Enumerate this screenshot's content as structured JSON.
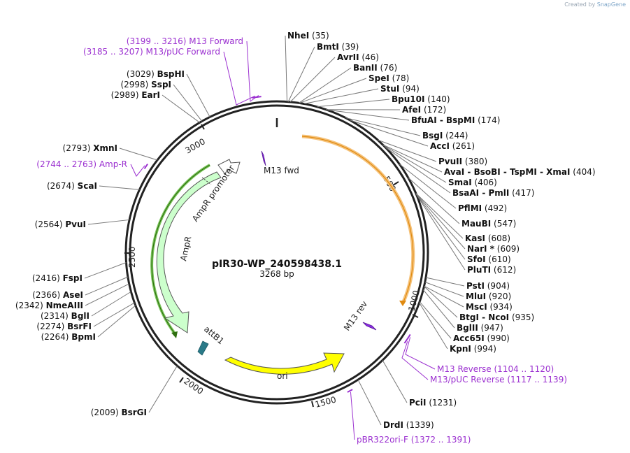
{
  "header": {
    "credit_prefix": "Created by",
    "credit_brand": "SnapGene"
  },
  "plasmid": {
    "name": "pIR30-WP_240598438.1",
    "size_label": "3268 bp",
    "length_bp": 3268
  },
  "colors": {
    "site": "#000000",
    "primer": "#9b30d0",
    "ori_fill": "#ffff00",
    "amp_fill": "#ccffcc",
    "amp_stroke": "#2f7a12",
    "orange_arc": "#f0a020",
    "attB1": "#2a7a88"
  },
  "ticks": [
    "500",
    "1000",
    "1500",
    "2000",
    "2500",
    "3000"
  ],
  "features": {
    "ori": "ori",
    "ampr": "AmpR",
    "ampr_promoter": "AmpR promoter",
    "attb1": "attB1",
    "m13_fwd": "M13 fwd",
    "m13_rev": "M13 rev"
  },
  "right_sites": [
    {
      "name": "NheI",
      "pos": "(35)"
    },
    {
      "name": "BmtI",
      "pos": "(39)"
    },
    {
      "name": "AvrII",
      "pos": "(46)"
    },
    {
      "name": "BanII",
      "pos": "(76)"
    },
    {
      "name": "SpeI",
      "pos": "(78)"
    },
    {
      "name": "StuI",
      "pos": "(94)"
    },
    {
      "name": "Bpu10I",
      "pos": "(140)"
    },
    {
      "name": "AfeI",
      "pos": "(172)"
    },
    {
      "name": "BfuAI - BspMI",
      "pos": "(174)"
    },
    {
      "name": "BsgI",
      "pos": "(244)"
    },
    {
      "name": "AccI",
      "pos": "(261)"
    },
    {
      "name": "PvuII",
      "pos": "(380)"
    },
    {
      "name": "AvaI - BsoBI - TspMI - XmaI",
      "pos": "(404)"
    },
    {
      "name": "SmaI",
      "pos": "(406)"
    },
    {
      "name": "BsaAI - PmlI",
      "pos": "(417)"
    },
    {
      "name": "PflMI",
      "pos": "(492)"
    },
    {
      "name": "MauBI",
      "pos": "(547)"
    },
    {
      "name": "KasI",
      "pos": "(608)"
    },
    {
      "name": "NarI *",
      "pos": "(609)"
    },
    {
      "name": "SfoI",
      "pos": "(610)"
    },
    {
      "name": "PluTI",
      "pos": "(612)"
    },
    {
      "name": "PstI",
      "pos": "(904)"
    },
    {
      "name": "MluI",
      "pos": "(920)"
    },
    {
      "name": "MscI",
      "pos": "(934)"
    },
    {
      "name": "BtgI - NcoI",
      "pos": "(935)"
    },
    {
      "name": "BglII",
      "pos": "(947)"
    },
    {
      "name": "Acc65I",
      "pos": "(990)"
    },
    {
      "name": "KpnI",
      "pos": "(994)"
    },
    {
      "name": "PciI",
      "pos": "(1231)"
    },
    {
      "name": "DrdI",
      "pos": "(1339)"
    }
  ],
  "left_sites": [
    {
      "name": "BspHI",
      "pos": "(3029)"
    },
    {
      "name": "SspI",
      "pos": "(2998)"
    },
    {
      "name": "EarI",
      "pos": "(2989)"
    },
    {
      "name": "XmnI",
      "pos": "(2793)"
    },
    {
      "name": "ScaI",
      "pos": "(2674)"
    },
    {
      "name": "PvuI",
      "pos": "(2564)"
    },
    {
      "name": "FspI",
      "pos": "(2416)"
    },
    {
      "name": "AseI",
      "pos": "(2366)"
    },
    {
      "name": "NmeAIII",
      "pos": "(2342)"
    },
    {
      "name": "BglI",
      "pos": "(2314)"
    },
    {
      "name": "BsrFI",
      "pos": "(2274)"
    },
    {
      "name": "BpmI",
      "pos": "(2264)"
    },
    {
      "name": "BsrGI",
      "pos": "(2009)"
    }
  ],
  "primers": [
    {
      "name": "M13 Forward",
      "range": "(3199 .. 3216)"
    },
    {
      "name": "M13/pUC Forward",
      "range": "(3185 .. 3207)"
    },
    {
      "name": "Amp-R",
      "range": "(2744 .. 2763)"
    },
    {
      "name": "M13 Reverse",
      "range": "(1104 .. 1120)"
    },
    {
      "name": "M13/pUC Reverse",
      "range": "(1117 .. 1139)"
    },
    {
      "name": "pBR322ori-F",
      "range": "(1372 .. 1391)"
    }
  ]
}
